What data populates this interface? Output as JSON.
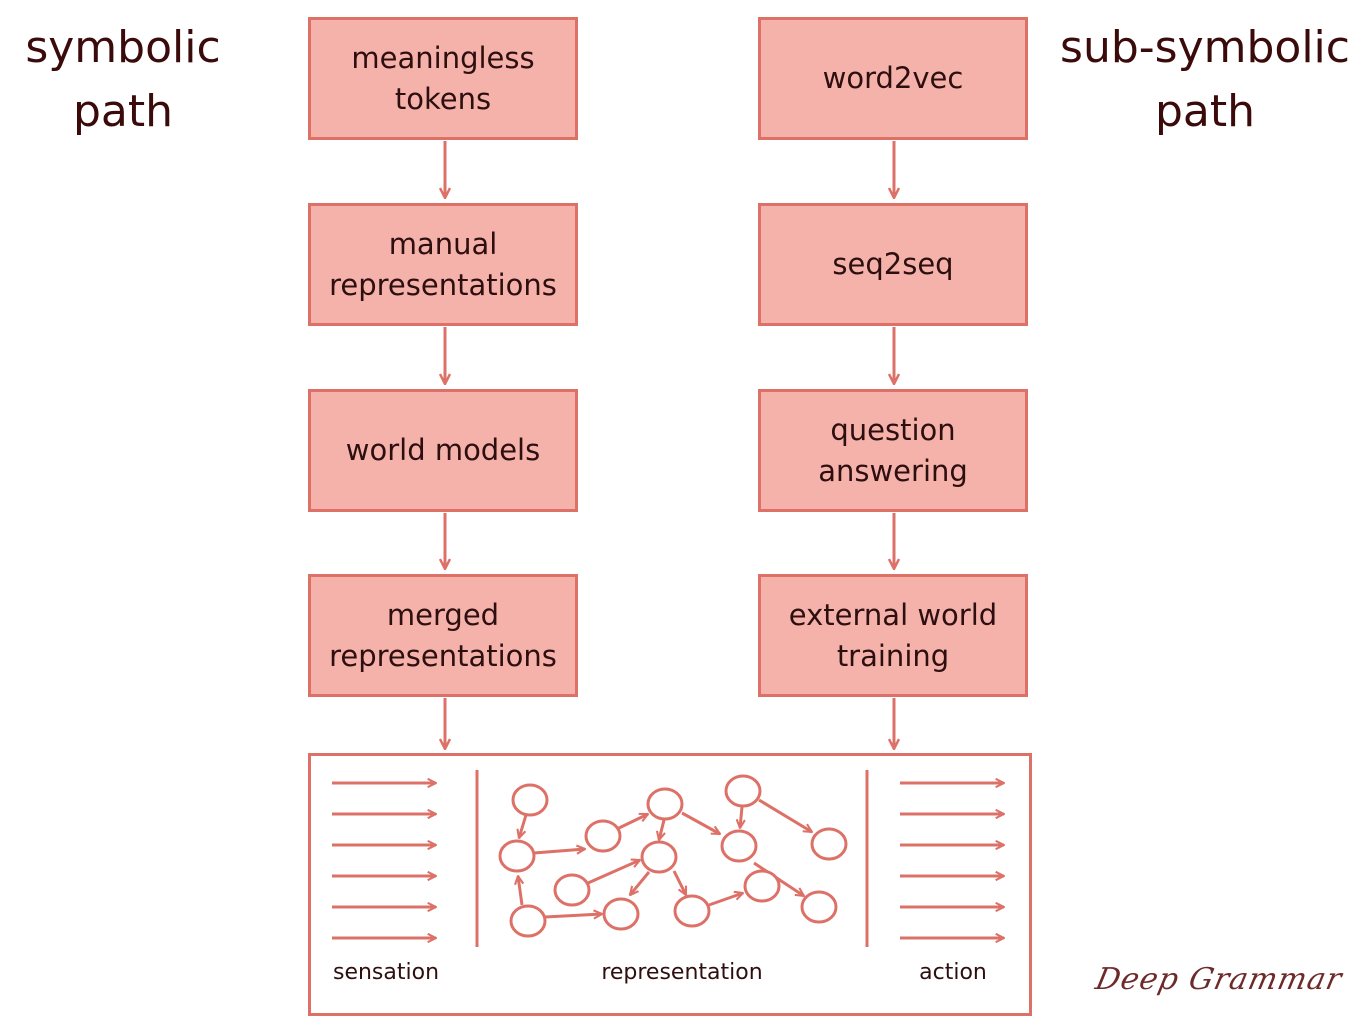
{
  "titles": {
    "symbolic": [
      "symbolic",
      "path"
    ],
    "subsymbolic": [
      "sub-symbolic",
      "path"
    ]
  },
  "symbolic_path": [
    {
      "lines": [
        "meaningless",
        "tokens"
      ]
    },
    {
      "lines": [
        "manual",
        "representations"
      ]
    },
    {
      "lines": [
        "world models"
      ]
    },
    {
      "lines": [
        "merged",
        "representations"
      ]
    }
  ],
  "subsymbolic_path": [
    {
      "lines": [
        "word2vec"
      ]
    },
    {
      "lines": [
        "seq2seq"
      ]
    },
    {
      "lines": [
        "question",
        "answering"
      ]
    },
    {
      "lines": [
        "external world",
        "training"
      ]
    }
  ],
  "panel": {
    "sensation_label": "sensation",
    "representation_label": "representation",
    "action_label": "action"
  },
  "watermark": "Deep Grammar",
  "colors": {
    "box_fill": "#f4b2ab",
    "box_border": "#dd7168",
    "arrow": "#dd7168",
    "title_text": "#3b0a0a"
  }
}
